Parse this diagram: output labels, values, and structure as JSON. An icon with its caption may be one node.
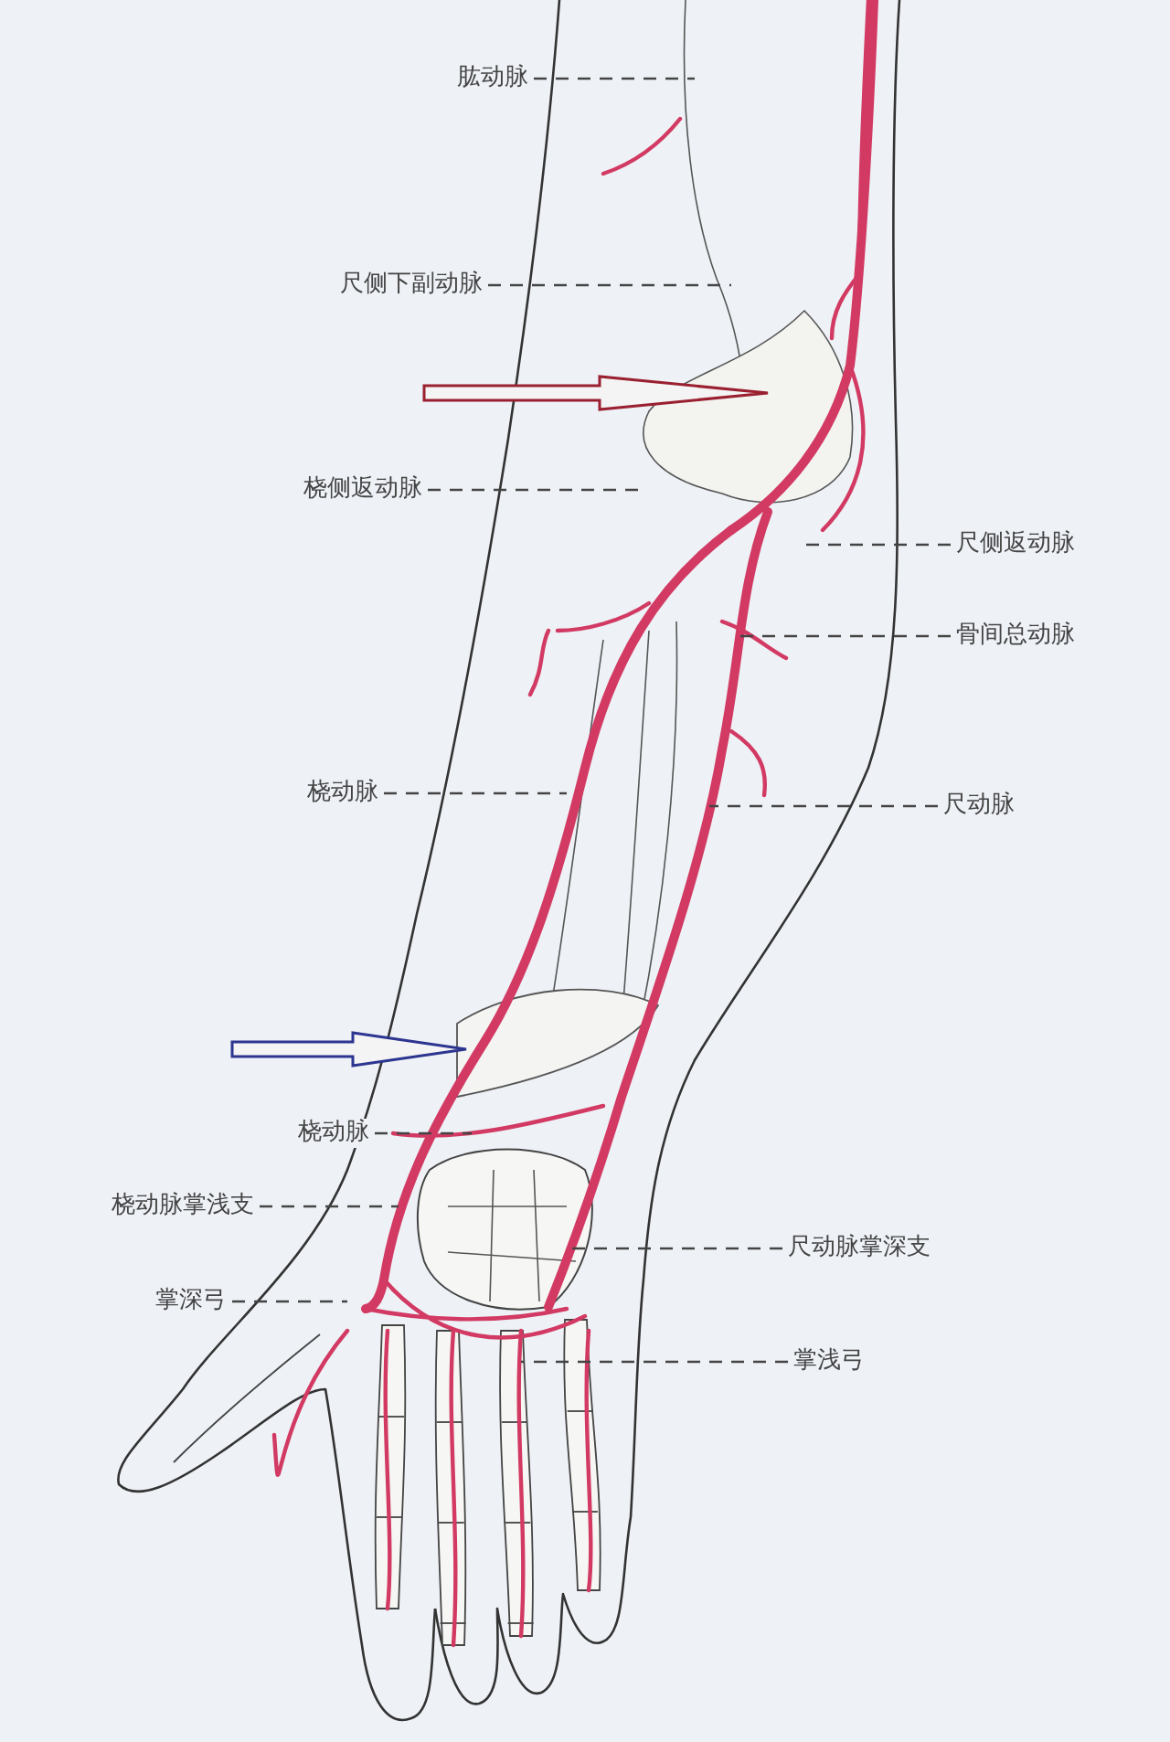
{
  "diagram": {
    "nodes": [
      {
        "text": [
          "肱动脉"
        ]
      },
      {
        "text": [
          "尺侧下副动脉"
        ]
      },
      {
        "text": [
          "桡侧返动脉"
        ]
      },
      {
        "text": [
          "尺侧返动脉"
        ]
      },
      {
        "text": [
          "骨间总动脉"
        ]
      },
      {
        "text": [
          "桡动脉"
        ]
      },
      {
        "text": [
          "尺动脉"
        ]
      },
      {
        "text": [
          "桡动脉"
        ]
      },
      {
        "text": [
          "桡动脉掌浅支"
        ]
      },
      {
        "text": [
          "尺动脉掌深支"
        ]
      },
      {
        "text": [
          "掌深弓"
        ]
      },
      {
        "text": [
          "掌浅弓"
        ]
      }
    ],
    "edges": [
      {
        "from": 0,
        "to": null,
        "arrow": "none",
        "style": "dashed"
      },
      {
        "from": 1,
        "to": null,
        "arrow": "none",
        "style": "dashed"
      },
      {
        "from": 2,
        "to": null,
        "arrow": "none",
        "style": "dashed"
      },
      {
        "from": 3,
        "to": null,
        "arrow": "none",
        "style": "dashed"
      },
      {
        "from": 4,
        "to": null,
        "arrow": "none",
        "style": "dashed"
      },
      {
        "from": 5,
        "to": null,
        "arrow": "none",
        "style": "dashed"
      },
      {
        "from": 6,
        "to": null,
        "arrow": "none",
        "style": "dashed"
      },
      {
        "from": 7,
        "to": null,
        "arrow": "none",
        "style": "dashed"
      },
      {
        "from": 8,
        "to": null,
        "arrow": "none",
        "style": "dashed"
      },
      {
        "from": 9,
        "to": null,
        "arrow": "none",
        "style": "dashed"
      },
      {
        "from": 10,
        "to": null,
        "arrow": "none",
        "style": "dashed"
      },
      {
        "from": 11,
        "to": null,
        "arrow": "none",
        "style": "dashed"
      }
    ]
  }
}
